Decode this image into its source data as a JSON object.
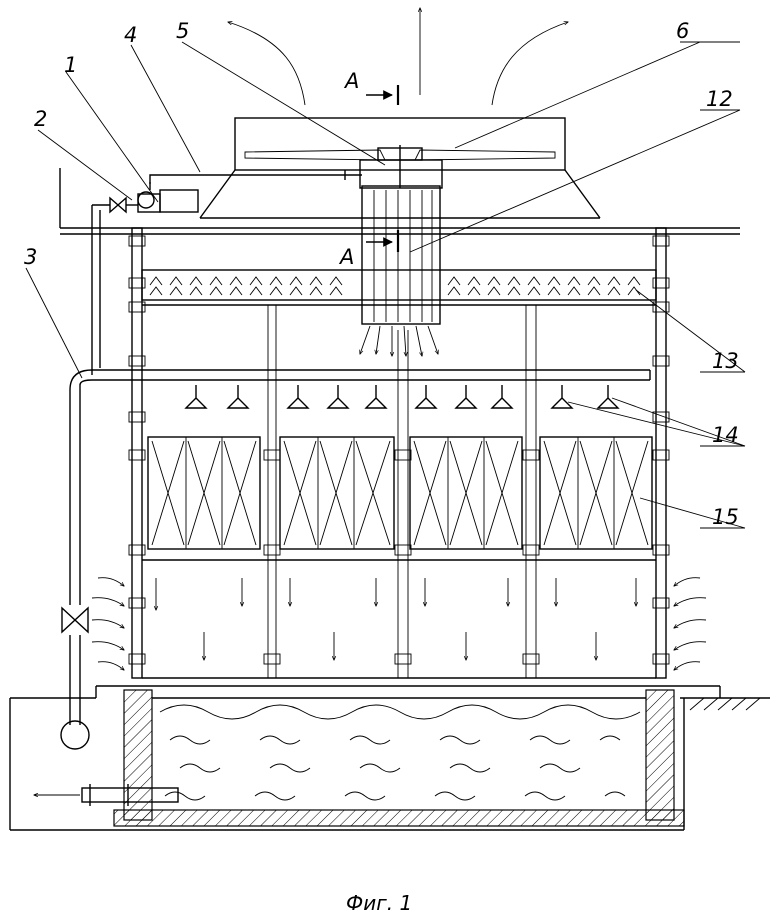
{
  "figure": {
    "caption": "Фиг. 1",
    "section_marker": "A",
    "callouts": [
      {
        "id": "n1",
        "text": "1"
      },
      {
        "id": "n2",
        "text": "2"
      },
      {
        "id": "n3",
        "text": "3"
      },
      {
        "id": "n4",
        "text": "4"
      },
      {
        "id": "n5",
        "text": "5"
      },
      {
        "id": "n6",
        "text": "6"
      },
      {
        "id": "n12",
        "text": "12"
      },
      {
        "id": "n13",
        "text": "13"
      },
      {
        "id": "n14",
        "text": "14"
      },
      {
        "id": "n15",
        "text": "15"
      }
    ]
  }
}
